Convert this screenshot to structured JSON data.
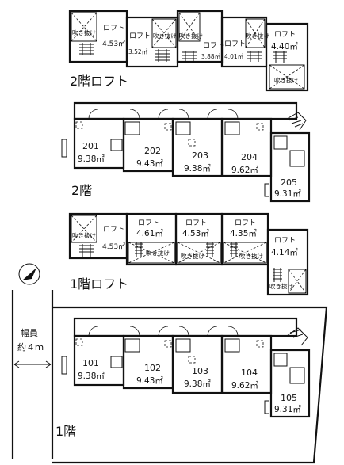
{
  "floor_labels": {
    "loft2": "2階ロフト",
    "floor2": "2階",
    "loft1": "1階ロフト",
    "floor1": "1階"
  },
  "road": {
    "width_label": "幅員",
    "width_value": "約４ｍ"
  },
  "loft2": [
    {
      "loft": "ロフト",
      "area": "4.53㎡",
      "void": "吹き抜け"
    },
    {
      "loft": "ロフト",
      "area": "3.52㎡",
      "void": "吹き抜け"
    },
    {
      "loft": "ロフト",
      "area": "3.88㎡",
      "void": "吹き抜け"
    },
    {
      "loft": "ロフト",
      "area": "4.01㎡",
      "void": "吹き抜け"
    },
    {
      "loft": "ロフト",
      "area": "4.40㎡",
      "void": "吹き抜け"
    }
  ],
  "floor2": [
    {
      "room": "201",
      "area": "9.38㎡"
    },
    {
      "room": "202",
      "area": "9.43㎡"
    },
    {
      "room": "203",
      "area": "9.38㎡"
    },
    {
      "room": "204",
      "area": "9.62㎡"
    },
    {
      "room": "205",
      "area": "9.31㎡"
    }
  ],
  "loft1": [
    {
      "loft": "ロフト",
      "area": "4.53㎡",
      "void": "吹き抜け"
    },
    {
      "loft": "ロフト",
      "area": "4.61㎡",
      "void": "吹き抜け"
    },
    {
      "loft": "ロフト",
      "area": "4.53㎡",
      "void": "吹き抜け"
    },
    {
      "loft": "ロフト",
      "area": "4.35㎡",
      "void": "吹き抜け"
    },
    {
      "loft": "ロフト",
      "area": "4.14㎡",
      "void": "吹き抜け"
    }
  ],
  "floor1": [
    {
      "room": "101",
      "area": "9.38㎡"
    },
    {
      "room": "102",
      "area": "9.43㎡"
    },
    {
      "room": "103",
      "area": "9.38㎡"
    },
    {
      "room": "104",
      "area": "9.62㎡"
    },
    {
      "room": "105",
      "area": "9.31㎡"
    }
  ]
}
